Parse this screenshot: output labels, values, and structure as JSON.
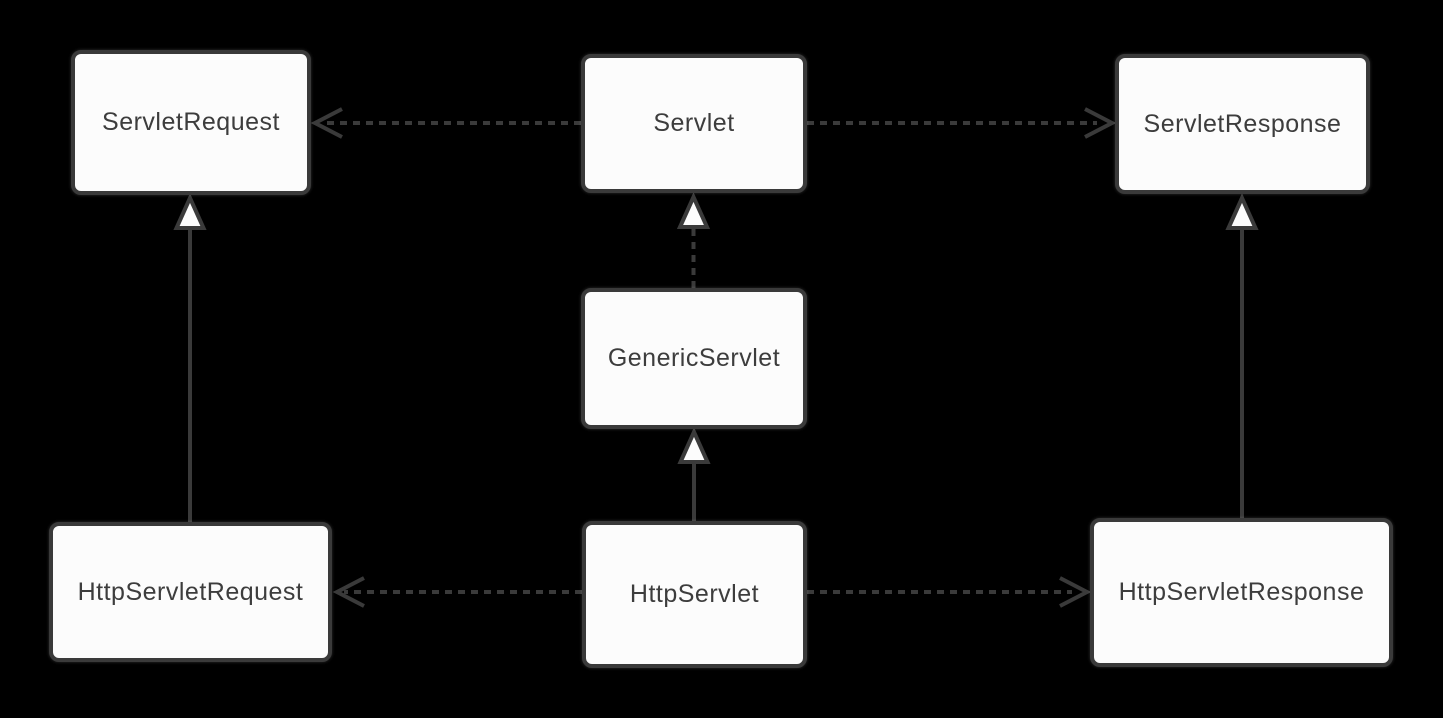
{
  "diagram_type": "uml-class-hierarchy",
  "nodes": [
    {
      "id": "servlet-request",
      "label": "ServletRequest"
    },
    {
      "id": "servlet",
      "label": "Servlet"
    },
    {
      "id": "servlet-response",
      "label": "ServletResponse"
    },
    {
      "id": "generic-servlet",
      "label": "GenericServlet"
    },
    {
      "id": "http-servlet-request",
      "label": "HttpServletRequest"
    },
    {
      "id": "http-servlet",
      "label": "HttpServlet"
    },
    {
      "id": "http-servlet-response",
      "label": "HttpServletResponse"
    }
  ],
  "edges": [
    {
      "from": "Servlet",
      "to": "ServletRequest",
      "line": "dashed",
      "arrowhead": "open",
      "direction": "left"
    },
    {
      "from": "Servlet",
      "to": "ServletResponse",
      "line": "dashed",
      "arrowhead": "open",
      "direction": "right"
    },
    {
      "from": "GenericServlet",
      "to": "Servlet",
      "line": "dashed",
      "arrowhead": "hollow-triangle",
      "direction": "up"
    },
    {
      "from": "HttpServlet",
      "to": "GenericServlet",
      "line": "solid",
      "arrowhead": "hollow-triangle",
      "direction": "up"
    },
    {
      "from": "HttpServletRequest",
      "to": "ServletRequest",
      "line": "solid",
      "arrowhead": "hollow-triangle",
      "direction": "up"
    },
    {
      "from": "HttpServletResponse",
      "to": "ServletResponse",
      "line": "solid",
      "arrowhead": "hollow-triangle",
      "direction": "up"
    },
    {
      "from": "HttpServlet",
      "to": "HttpServletRequest",
      "line": "dashed",
      "arrowhead": "open",
      "direction": "left"
    },
    {
      "from": "HttpServlet",
      "to": "HttpServletResponse",
      "line": "dashed",
      "arrowhead": "open",
      "direction": "right"
    }
  ],
  "colors": {
    "background": "#000000",
    "node_fill": "#fcfcfc",
    "node_border": "#3a3a3a",
    "line": "#3a3a3a",
    "text": "#3d3d3d"
  }
}
